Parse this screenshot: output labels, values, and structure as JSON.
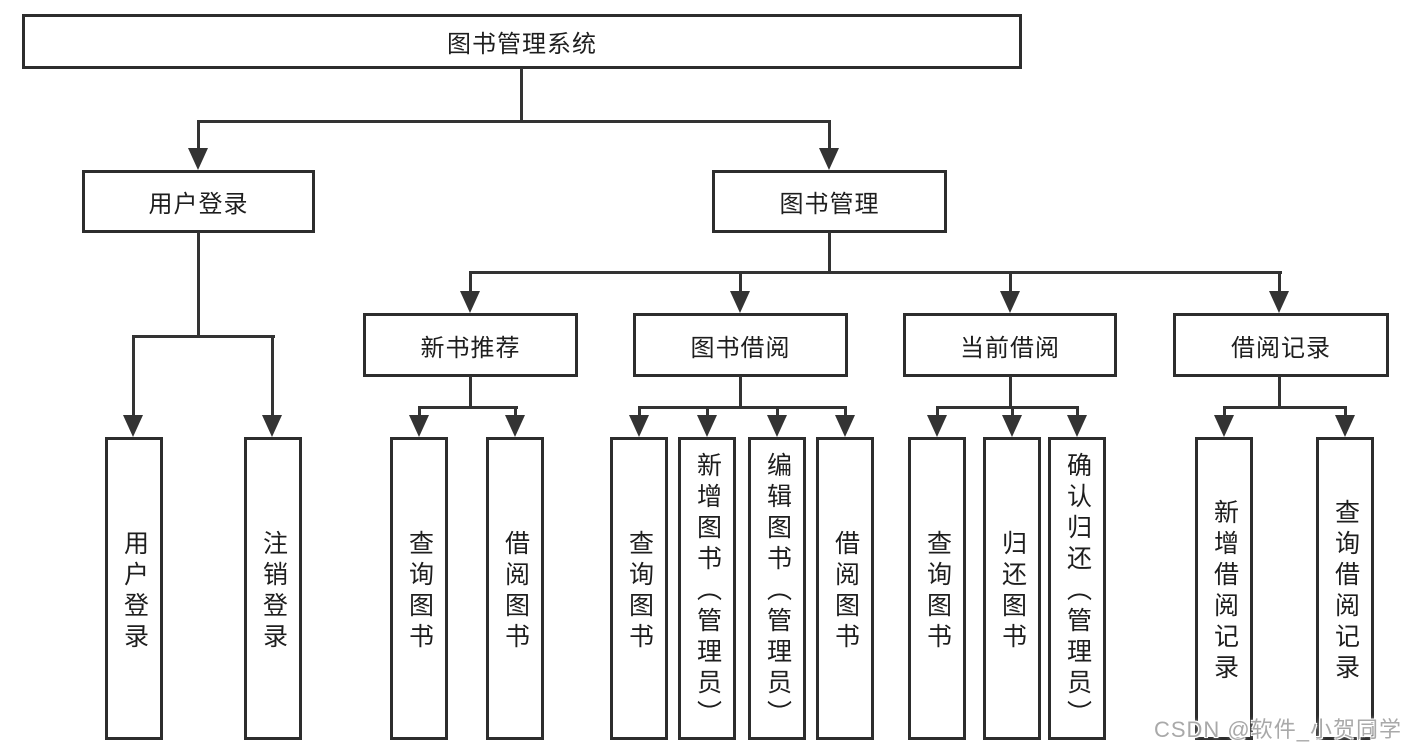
{
  "diagram": {
    "root": {
      "label": "图书管理系统"
    },
    "level2": [
      {
        "label": "用户登录"
      },
      {
        "label": "图书管理"
      }
    ],
    "level3": [
      {
        "label": "新书推荐"
      },
      {
        "label": "图书借阅"
      },
      {
        "label": "当前借阅"
      },
      {
        "label": "借阅记录"
      }
    ],
    "leaves": {
      "user_login": [
        "用户登录",
        "注销登录"
      ],
      "new_books": [
        "查询图书",
        "借阅图书"
      ],
      "book_borrow": [
        "查询图书",
        "新增图书（管理员）",
        "编辑图书（管理员）",
        "借阅图书"
      ],
      "current_borrow": [
        "查询图书",
        "归还图书",
        "确认归还（管理员）"
      ],
      "borrow_records": [
        "新增借阅记录",
        "查询借阅记录"
      ]
    }
  },
  "watermark": "CSDN @软件_小贺同学",
  "colors": {
    "line": "#333333",
    "box_border": "#2d2d2d",
    "text": "#1e1e1e",
    "background": "#ffffff",
    "watermark_text": "#a9a9a9"
  }
}
